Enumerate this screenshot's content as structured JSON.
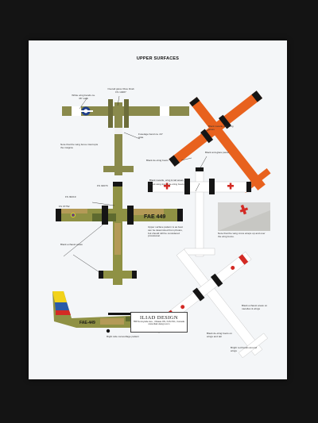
{
  "sheet": {
    "title": "UPPER SURFACES",
    "notes": {
      "overall_gloss": "Overall gloss Olive Drab FS 14087",
      "white_wing_bands": "White wing bands ca. 36\" wide",
      "fuselage_band": "Fuselage band ca. 24\" wide",
      "wing_fence": "Note that the wing fence interrupts the insignia",
      "black_nacelle_orange": "Black nacelle and wing areas",
      "black_deicing": "Black de-icing boots",
      "black_glare": "Black anti-glare panel",
      "black_nacelle_tail": "Black nacelle, wing & tail areas",
      "black_wingtips": "Black wing tips & de-icing boots",
      "fs_1": "FS 34079",
      "fs_2": "FS 30219",
      "fs_3": "FS 37752",
      "upper_camo": "Upper surface pattern is as best can be determined from photos, but should still be considered provisional.",
      "red_cross_note": "Note that the wing cross wraps up and over the wing fence.",
      "exhaust_left": "Black exhaust areas",
      "camo_side": "Right side camouflage pattern",
      "exhaust_right": "Black exhaust areas on nacelles & wings",
      "deicing_right": "Black de-icing boots on wings and tail",
      "red_bands": "Bright red bands around wings"
    },
    "markings": {
      "registration_top": "FAE 449",
      "registration_side": "FAE-449"
    },
    "logo": {
      "name": "ILIAD DESIGN",
      "address": "558 Sunnyside Ave., Ottawa ON, K1S 0S1, Canada",
      "web": "www.iliad-design.com"
    },
    "colors": {
      "olive": "#8a8a4c",
      "orange": "#e8621e",
      "camo_green": "#8f9144",
      "camo_tan": "#b49a57",
      "camo_dark": "#5e6a2f",
      "black": "#151515",
      "red": "#d32a24",
      "yellow": "#f2d21a",
      "blue": "#2a5aa8"
    }
  }
}
